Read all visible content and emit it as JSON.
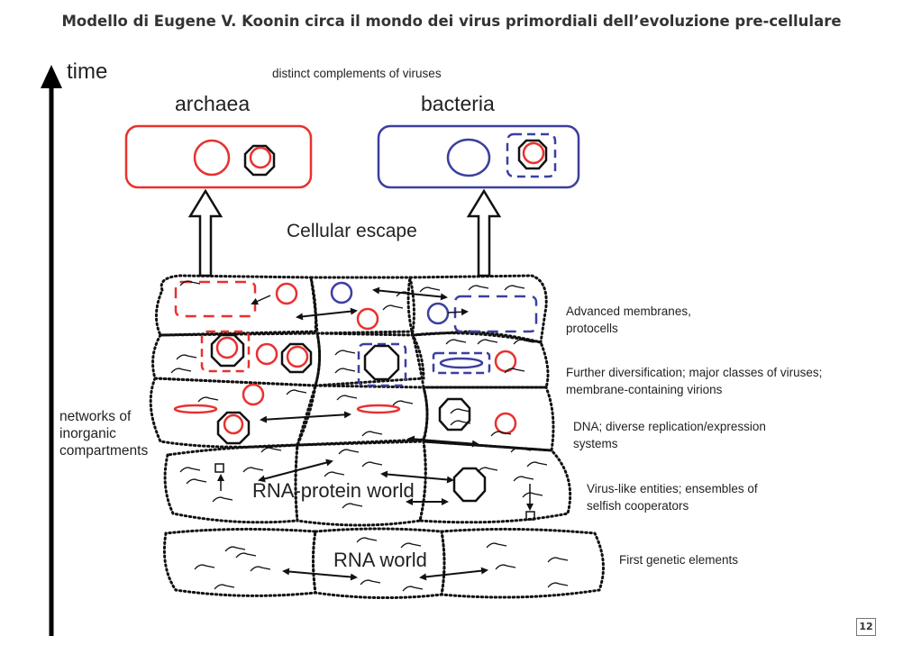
{
  "title": "Modello di Eugene V. Koonin circa il mondo dei virus primordiali dell’evoluzione pre-cellulare",
  "diagram": {
    "axis_label": "time",
    "top_caption": "distinct complements of viruses",
    "domains": [
      {
        "label": "archaea",
        "color": "#e8312f"
      },
      {
        "label": "bacteria",
        "color": "#3b3fa0"
      }
    ],
    "transition_label": "Cellular escape",
    "left_label": "networks of inorganic compartments",
    "world_labels": {
      "rna_protein": "RNA-protein world",
      "rna": "RNA world"
    },
    "stages": [
      {
        "text": "Advanced membranes, protocells"
      },
      {
        "text": "Further diversification; major classes of viruses; membrane-containing virions"
      },
      {
        "text": "DNA; diverse replication/expression systems"
      },
      {
        "text": "Virus-like entities; ensembles of selfish  cooperators"
      },
      {
        "text": "First genetic elements"
      }
    ],
    "colors": {
      "red": "#e8312f",
      "blue": "#3b3fa0",
      "black": "#111111"
    }
  },
  "page_number": "12"
}
